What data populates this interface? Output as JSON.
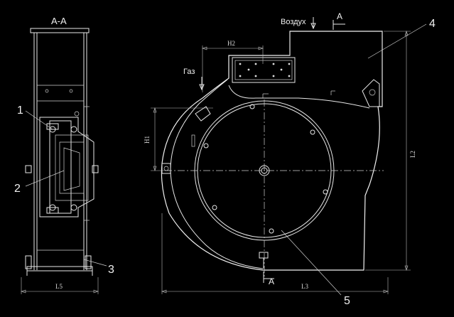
{
  "section_title": "А-А",
  "labels": {
    "air": "Воздух",
    "gas": "Газ",
    "section_mark_top": "А",
    "section_mark_bottom": "А"
  },
  "dimensions": {
    "h1": "H1",
    "h2": "H2",
    "l2": "L2",
    "l3": "L3",
    "l5": "L5"
  },
  "callouts": [
    "1",
    "2",
    "3",
    "4",
    "5"
  ]
}
